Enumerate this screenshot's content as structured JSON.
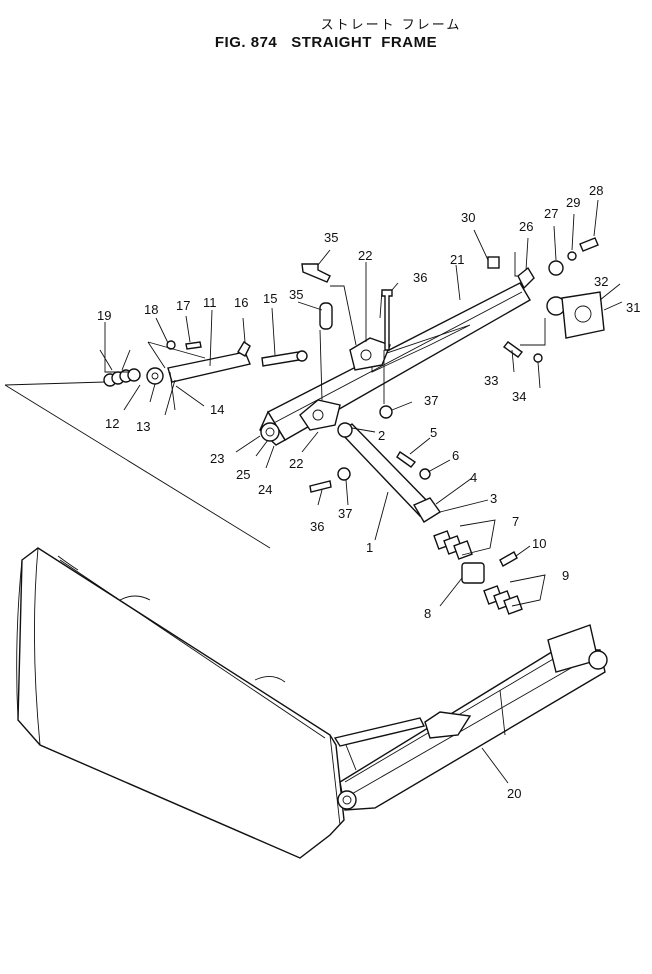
{
  "title": {
    "japanese": "ストレート フレーム",
    "fig_label": "FIG. 874",
    "name": "STRAIGHT  FRAME"
  },
  "callouts": {
    "c1": "1",
    "c2": "2",
    "c3": "3",
    "c4": "4",
    "c5": "5",
    "c6": "6",
    "c7": "7",
    "c8": "8",
    "c9": "9",
    "c10": "10",
    "c11": "11",
    "c12": "12",
    "c13": "13",
    "c14": "14",
    "c15": "15",
    "c16": "16",
    "c17": "17",
    "c18": "18",
    "c19": "19",
    "c20": "20",
    "c21": "21",
    "c22a": "22",
    "c22b": "22",
    "c23": "23",
    "c24": "24",
    "c25": "25",
    "c26": "26",
    "c27": "27",
    "c28": "28",
    "c29": "29",
    "c30": "30",
    "c31": "31",
    "c32": "32",
    "c33": "33",
    "c34": "34",
    "c35a": "35",
    "c35b": "35",
    "c36a": "36",
    "c36b": "36",
    "c37a": "37",
    "c37b": "37"
  }
}
